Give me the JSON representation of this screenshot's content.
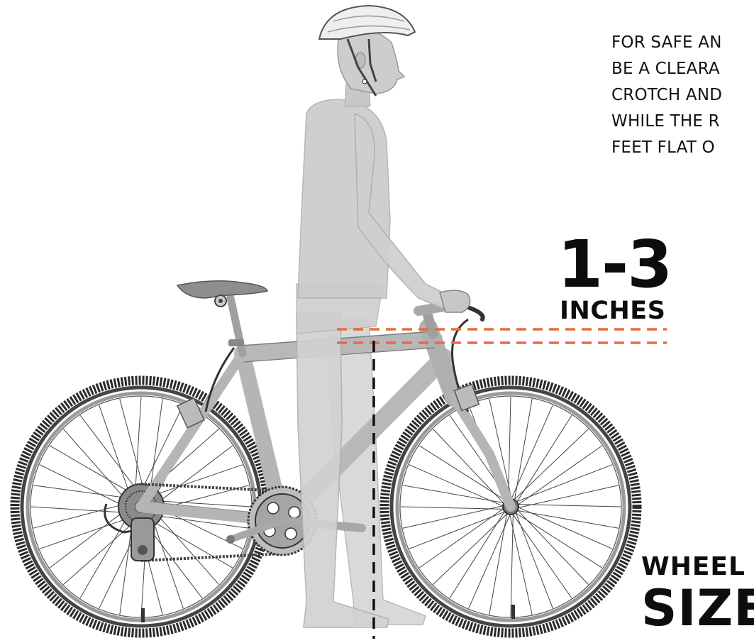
{
  "note": {
    "lines": [
      "FOR SAFE AN",
      "BE A CLEARA",
      "CROTCH AND",
      "WHILE THE R",
      "FEET FLAT O"
    ]
  },
  "clearance": {
    "value": "1-3",
    "unit": "INCHES"
  },
  "wheel": {
    "line1": "WHEEL",
    "line2": "SIZE"
  },
  "colors": {
    "accent": "#ee6a3a",
    "figure": "#d0d0d0",
    "frame": "#bdbdbd",
    "tire": "#2a2a2a",
    "text": "#111111"
  }
}
